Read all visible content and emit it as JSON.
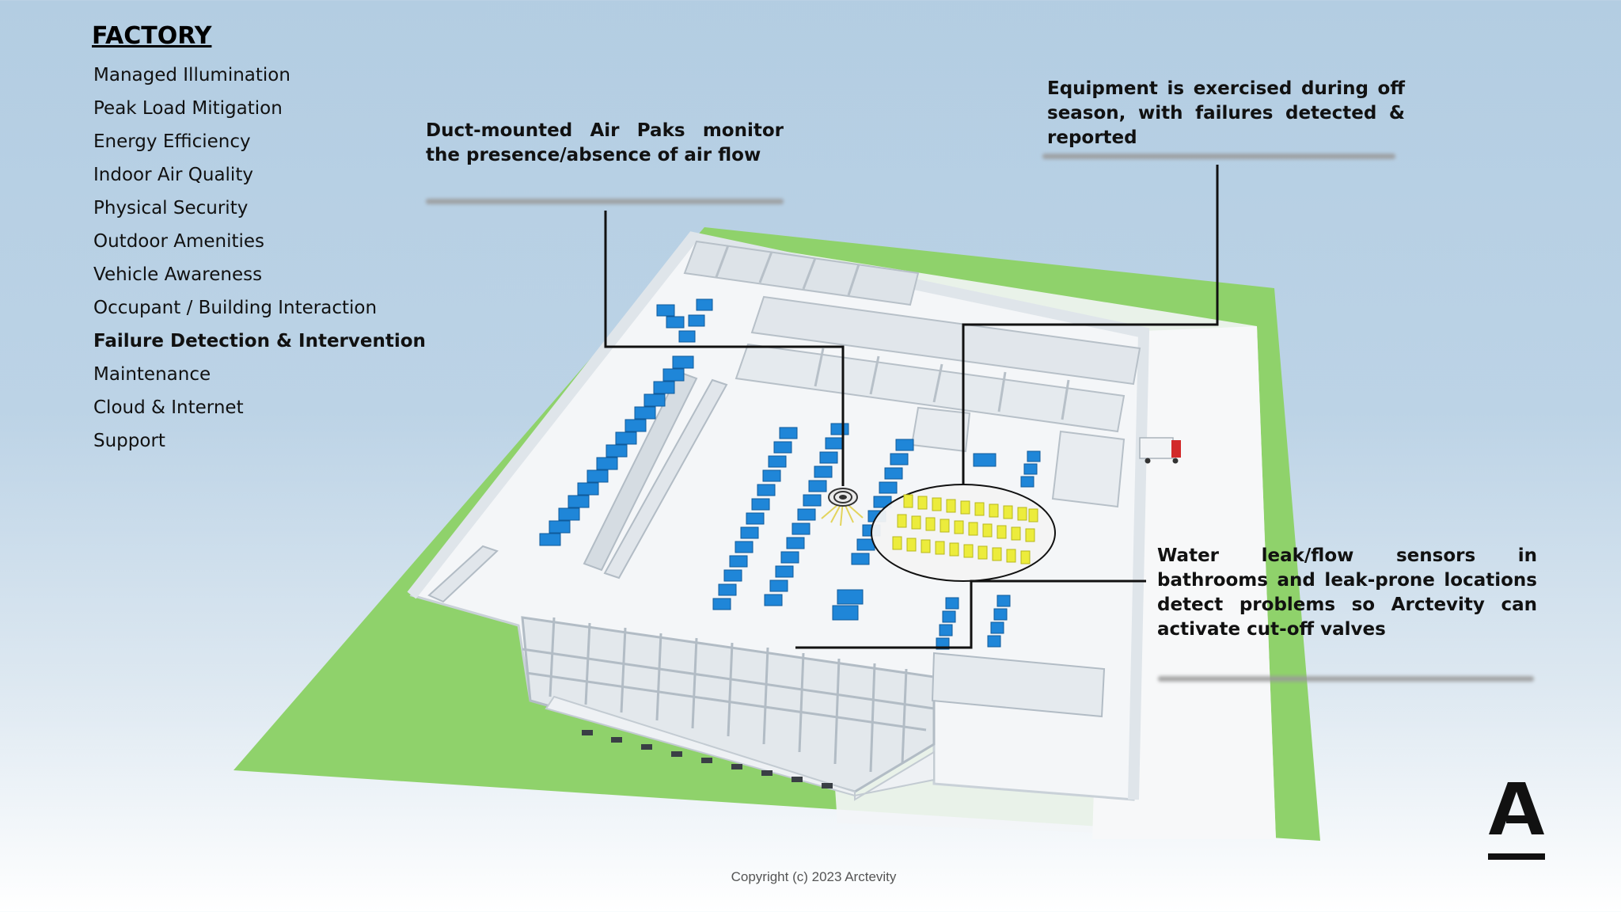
{
  "nav": {
    "title": "FACTORY",
    "items": [
      {
        "label": "Managed Illumination",
        "active": false
      },
      {
        "label": "Peak Load Mitigation",
        "active": false
      },
      {
        "label": "Energy Efficiency",
        "active": false
      },
      {
        "label": "Indoor Air Quality",
        "active": false
      },
      {
        "label": "Physical Security",
        "active": false
      },
      {
        "label": "Outdoor Amenities",
        "active": false
      },
      {
        "label": "Vehicle Awareness",
        "active": false
      },
      {
        "label": "Occupant / Building Interaction",
        "active": false
      },
      {
        "label": "Failure Detection & Intervention",
        "active": true
      },
      {
        "label": "Maintenance",
        "active": false
      },
      {
        "label": "Cloud & Internet",
        "active": false
      },
      {
        "label": "Support",
        "active": false
      }
    ]
  },
  "callouts": {
    "air_paks": "Duct-mounted Air Paks monitor the presence/absence of air flow",
    "equipment": "Equipment is exercised during off season, with failures detected & reported",
    "water_leak": "Water leak/flow sensors in bathrooms and leak-prone locations detect problems so Arctevity can activate cut-off valves"
  },
  "footer": {
    "copyright": "Copyright (c) 2023 Arctevity"
  },
  "colors": {
    "grass": "#8fd26b",
    "floor": "#f4f6f8",
    "wall": "#e4e9ee",
    "equipment_blue": "#1f86d8",
    "sensor_yellow": "#ecec3c",
    "truck_red": "#d22a2a"
  },
  "icons": {
    "logo": "arctevity-logo",
    "sensor": "air-pak-sensor-icon"
  }
}
